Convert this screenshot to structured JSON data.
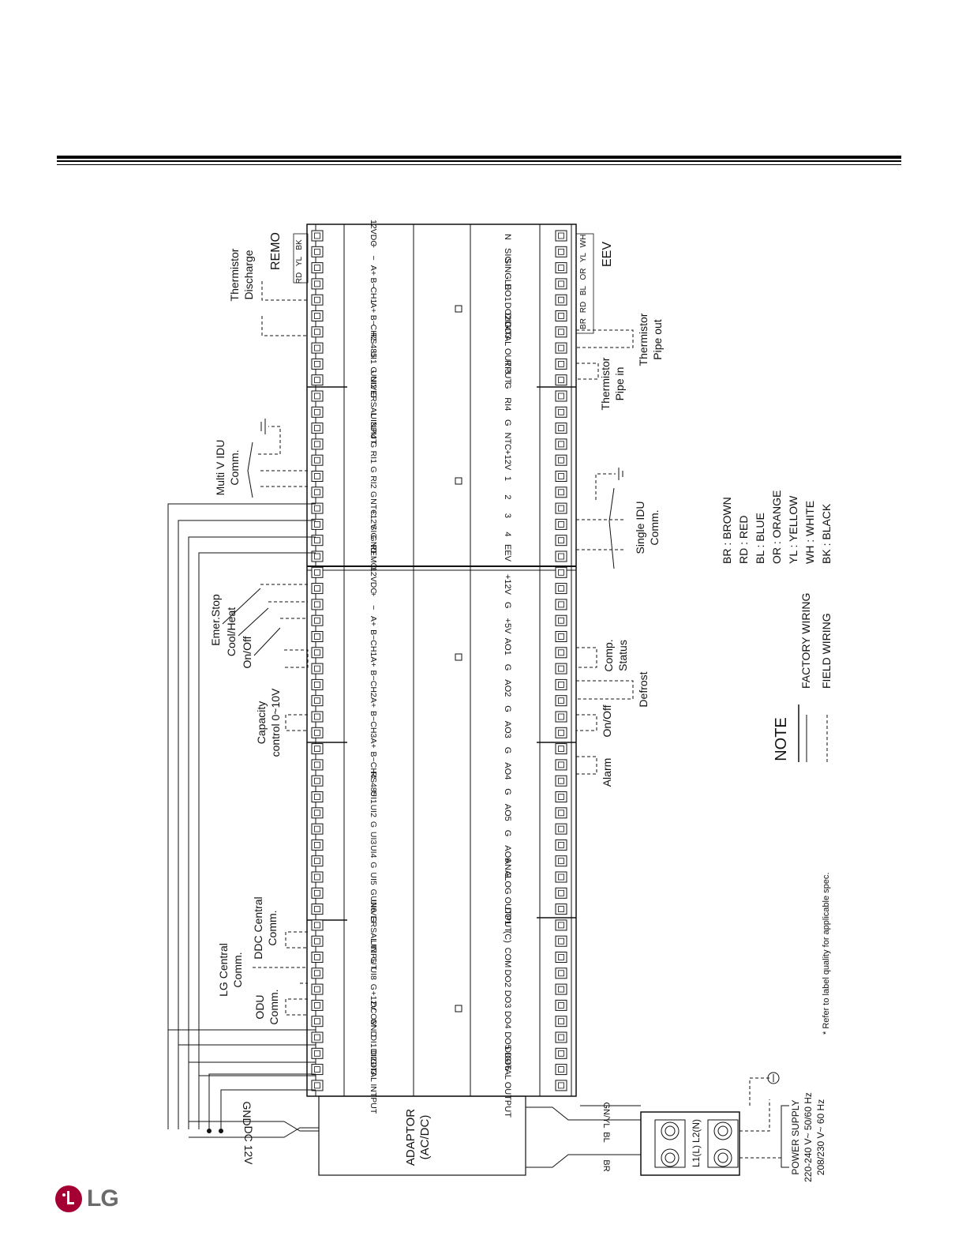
{
  "brand": {
    "name": "LG",
    "logo_color": "#a50034"
  },
  "module_labels": {
    "top_left": [
      "12VDC",
      "+",
      "−",
      "A+",
      "B−",
      "CH1",
      "A+",
      "B−",
      "CH2",
      "RS485",
      "UI1",
      "G",
      "UI2",
      "G",
      "UNIVERSAL INPUT",
      "UI3",
      "UI4",
      "G",
      "RI1",
      "G",
      "RI2",
      "G",
      "NTC",
      "+12V",
      "SIG",
      "GND",
      "REMO"
    ],
    "top_right": [
      "N",
      "SIG",
      "SINGLE",
      "DO1",
      "DO2",
      "DO3",
      "DIGITAL OUTPUT",
      "RI3",
      "G",
      "RI4",
      "G",
      "NTC",
      "+12V",
      "1",
      "2",
      "3",
      "4",
      "EEV"
    ],
    "bottom_left": [
      "12VDC",
      "+",
      "−",
      "A+",
      "B−",
      "CH1",
      "A+",
      "B−",
      "CH2",
      "A+",
      "B−",
      "CH3",
      "A+",
      "B−",
      "CH4",
      "RS485",
      "UI1",
      "UI2",
      "G",
      "UI3",
      "UI4",
      "G",
      "UI5",
      "G",
      "UI6",
      "G",
      "UNIVERSAL INPUT",
      "UI7",
      "G",
      "UI8",
      "G",
      "+12V",
      "DCOM",
      "GND",
      "DI1",
      "DI2",
      "DI3",
      "DIGITAL INTPUT"
    ],
    "bottom_right": [
      "+12V",
      "G",
      "+5V",
      "AO1",
      "G",
      "AO2",
      "G",
      "AO3",
      "G",
      "AO4",
      "G",
      "AO5",
      "G",
      "AO6",
      "G",
      "ANALOG OUTPUT",
      "DO1",
      "(C)",
      "COM",
      "DO2",
      "DO3",
      "DO4",
      "DO5",
      "DO6",
      "DIGITAL OUTPUT"
    ]
  },
  "callouts": {
    "thermistor_discharge": [
      "Thermistor",
      "Discharge"
    ],
    "remo": "REMO",
    "remo_wires": [
      "RD",
      "YL",
      "BK"
    ],
    "multiv_idu": [
      "Multi V IDU",
      "Comm."
    ],
    "emer_stop": "Emer.Stop",
    "cool_heat": "Cool/Heat",
    "on_off_in": "On/Off",
    "capacity": [
      "Capacity",
      "control 0~10V"
    ],
    "ddc_central": [
      "DDC Central",
      "Comm."
    ],
    "lg_central": [
      "LG Central",
      "Comm."
    ],
    "odu": [
      "ODU",
      "Comm."
    ],
    "dc12v": "DC 12V",
    "gnd": "GND",
    "adaptor": [
      "ADAPTOR",
      "(AC/DC)"
    ],
    "eev": "EEV",
    "eev_wires": [
      "BR",
      "RD",
      "BL",
      "OR",
      "YL",
      "WH"
    ],
    "thermistor_pipe_out": [
      "Thermistor",
      "Pipe out"
    ],
    "thermistor_pipe_in": [
      "Thermistor",
      "Pipe in"
    ],
    "single_idu": [
      "Single IDU",
      "Comm."
    ],
    "comp_status": [
      "Comp.",
      "Status"
    ],
    "defrost": "Defrost",
    "on_off_out": "On/Off",
    "alarm": "Alarm",
    "gn_yl": "GN/YL",
    "bl": "BL",
    "br": "BR",
    "terminal_l1": "L1(L)",
    "terminal_l2": "L2(N)",
    "power_supply": [
      "POWER SUPPLY",
      "220-240 V~ 50/60 Hz",
      "208/230 V~ 60 Hz"
    ]
  },
  "legend": {
    "colors": [
      "BR : BROWN",
      "RD : RED",
      "BL : BLUE",
      "OR : ORANGE",
      "YL : YELLOW",
      "WH : WHITE",
      "BK : BLACK"
    ],
    "note_title": "NOTE",
    "factory_wiring": "FACTORY WIRING",
    "field_wiring": "FIELD WIRING",
    "footnote": "* Refer to label quality for applicable spec."
  }
}
